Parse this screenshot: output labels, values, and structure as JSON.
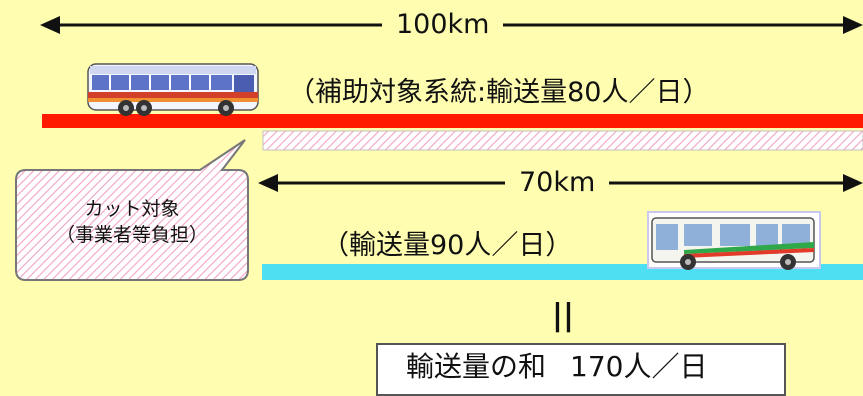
{
  "top_span": {
    "label": "100km"
  },
  "bottom_span": {
    "label": "70km"
  },
  "route_80": {
    "label": "（補助対象系統:輸送量80人／日）",
    "color": "#ff1a00"
  },
  "route_90": {
    "label": "（輸送量90人／日）",
    "color": "#4ee0f2"
  },
  "cut_callout": {
    "title": "カット対象",
    "subtitle": "（事業者等負担）"
  },
  "equals_sign": "||",
  "sum": {
    "label": "輸送量の和",
    "value": "170人／日"
  },
  "icons": {
    "coach_bus": "coach-bus-icon",
    "city_bus": "city-bus-icon"
  }
}
